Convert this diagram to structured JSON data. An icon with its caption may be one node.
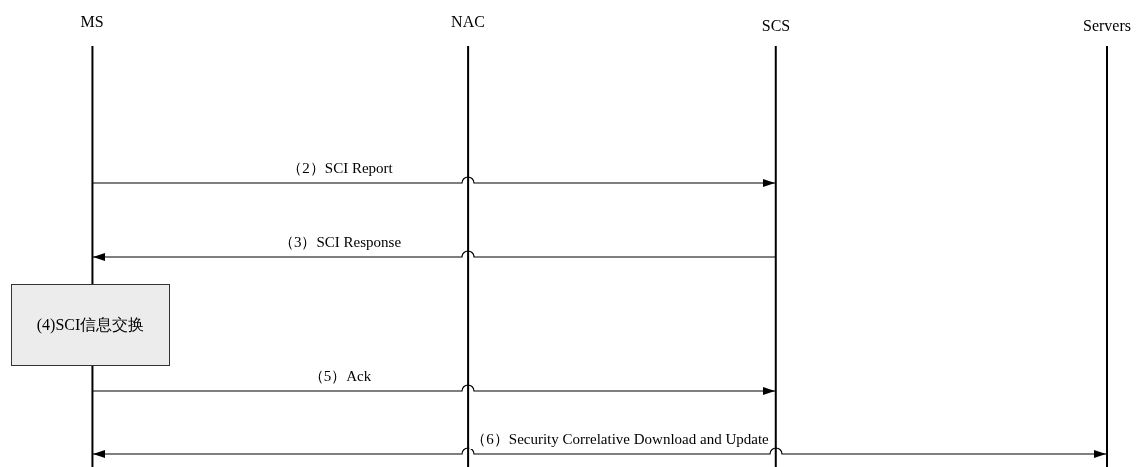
{
  "diagram": {
    "nodes": [
      {
        "text": [
          "MS"
        ]
      },
      {
        "text": [
          "NAC"
        ]
      },
      {
        "text": [
          "SCS"
        ]
      },
      {
        "text": [
          "Servers"
        ]
      },
      {
        "text": [
          "(4)SCI信息交换"
        ]
      }
    ],
    "edges": [
      {
        "from": 0,
        "to": 2,
        "arrow": "to",
        "label": "（2）SCI Report"
      },
      {
        "from": 2,
        "to": 0,
        "arrow": "to",
        "label": "（3）SCI Response"
      },
      {
        "from": 0,
        "to": 2,
        "arrow": "to",
        "label": "（5）Ack"
      },
      {
        "from": 0,
        "to": 3,
        "arrow": "both",
        "label": "（6）Security Correlative Download and Update"
      }
    ]
  }
}
